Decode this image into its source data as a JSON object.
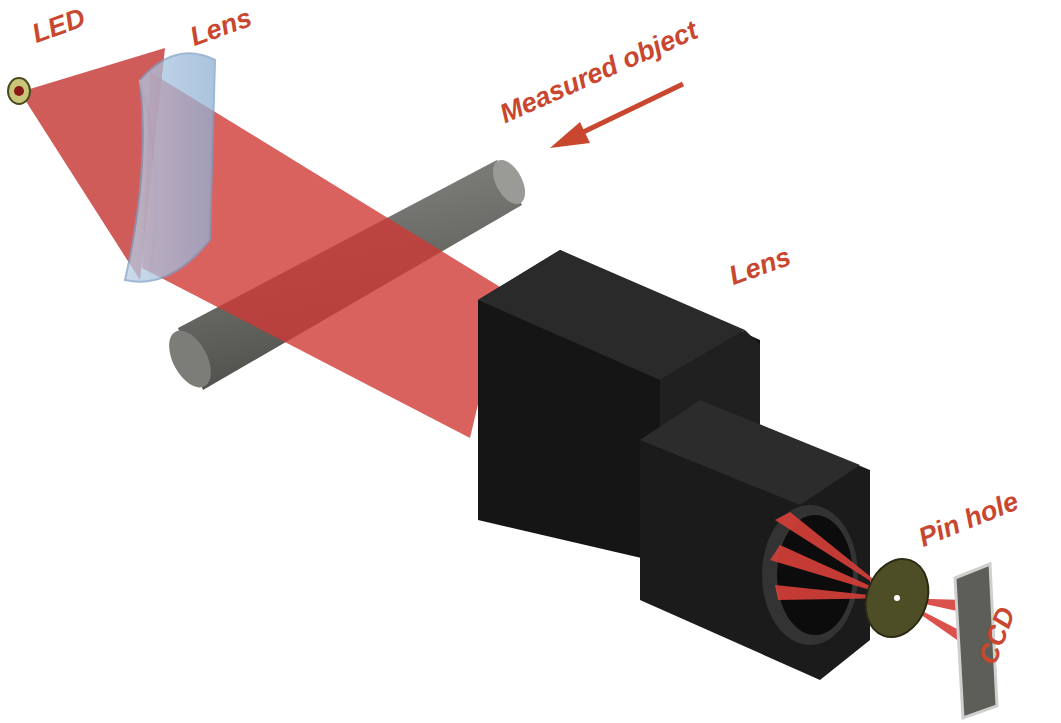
{
  "diagram": {
    "labels": [
      "LED",
      "Lens",
      "Measured object",
      "Lens",
      "Pin hole",
      "CCD"
    ]
  }
}
